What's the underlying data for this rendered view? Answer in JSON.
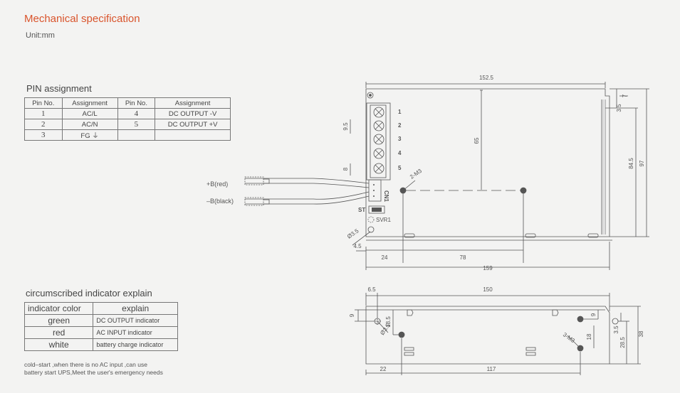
{
  "header": {
    "title": "Mechanical specification",
    "unit": "Unit:mm"
  },
  "pin_section": {
    "title": "PIN assignment",
    "columns": [
      "Pin No.",
      "Assignment",
      "Pin No.",
      "Assignment"
    ],
    "rows": [
      {
        "pin1": "1",
        "assign1": "AC/L",
        "pin2": "4",
        "assign2": "DC OUTPUT -V"
      },
      {
        "pin1": "2",
        "assign1": "AC/N",
        "pin2": "5",
        "assign2": "DC OUTPUT +V"
      },
      {
        "pin1": "3",
        "assign1": "FG ⏚",
        "pin2": "",
        "assign2": ""
      }
    ]
  },
  "indicator_section": {
    "title": "circumscribed indicator explain",
    "columns": [
      "indicator color",
      "explain"
    ],
    "rows": [
      {
        "color": "green",
        "explain": "DC OUTPUT indicator"
      },
      {
        "color": "red",
        "explain": "AC INPUT  indicator"
      },
      {
        "color": "white",
        "explain": "battery charge   indicator"
      }
    ]
  },
  "note": {
    "line1": "cold–start ,when there is no AC input ,can use",
    "line2": "battery start UPS,Meet the user's emergency needs"
  },
  "top_view": {
    "dims": {
      "width_top": "152.5",
      "width_bottom": "159",
      "h65": "65",
      "h84_5": "84.5",
      "h97": "97",
      "d7": "7",
      "d3_5": "3.5",
      "d9_5": "9.5",
      "d8": "8",
      "d4_5": "4.5",
      "d24": "24",
      "d78": "78",
      "hole": "2-M3",
      "hole_dia": "Ø3.5"
    },
    "terminal_numbers": [
      "1",
      "2",
      "3",
      "4",
      "5"
    ],
    "labels": {
      "cn1": "CN1",
      "st": "ST",
      "svr1": "SVR1",
      "b_red": "+B(red)",
      "b_black": "–B(black)"
    }
  },
  "side_view": {
    "dims": {
      "d6_5": "6.5",
      "w150": "150",
      "d9_left": "9",
      "d18_5": "18.5",
      "hole_dia": "Ø3.5",
      "hole": "3-M3",
      "d9_right": "9",
      "d18": "18",
      "d3_5": "3.5",
      "d28_5": "28.5",
      "h38": "38",
      "d22": "22",
      "d117": "117"
    }
  }
}
